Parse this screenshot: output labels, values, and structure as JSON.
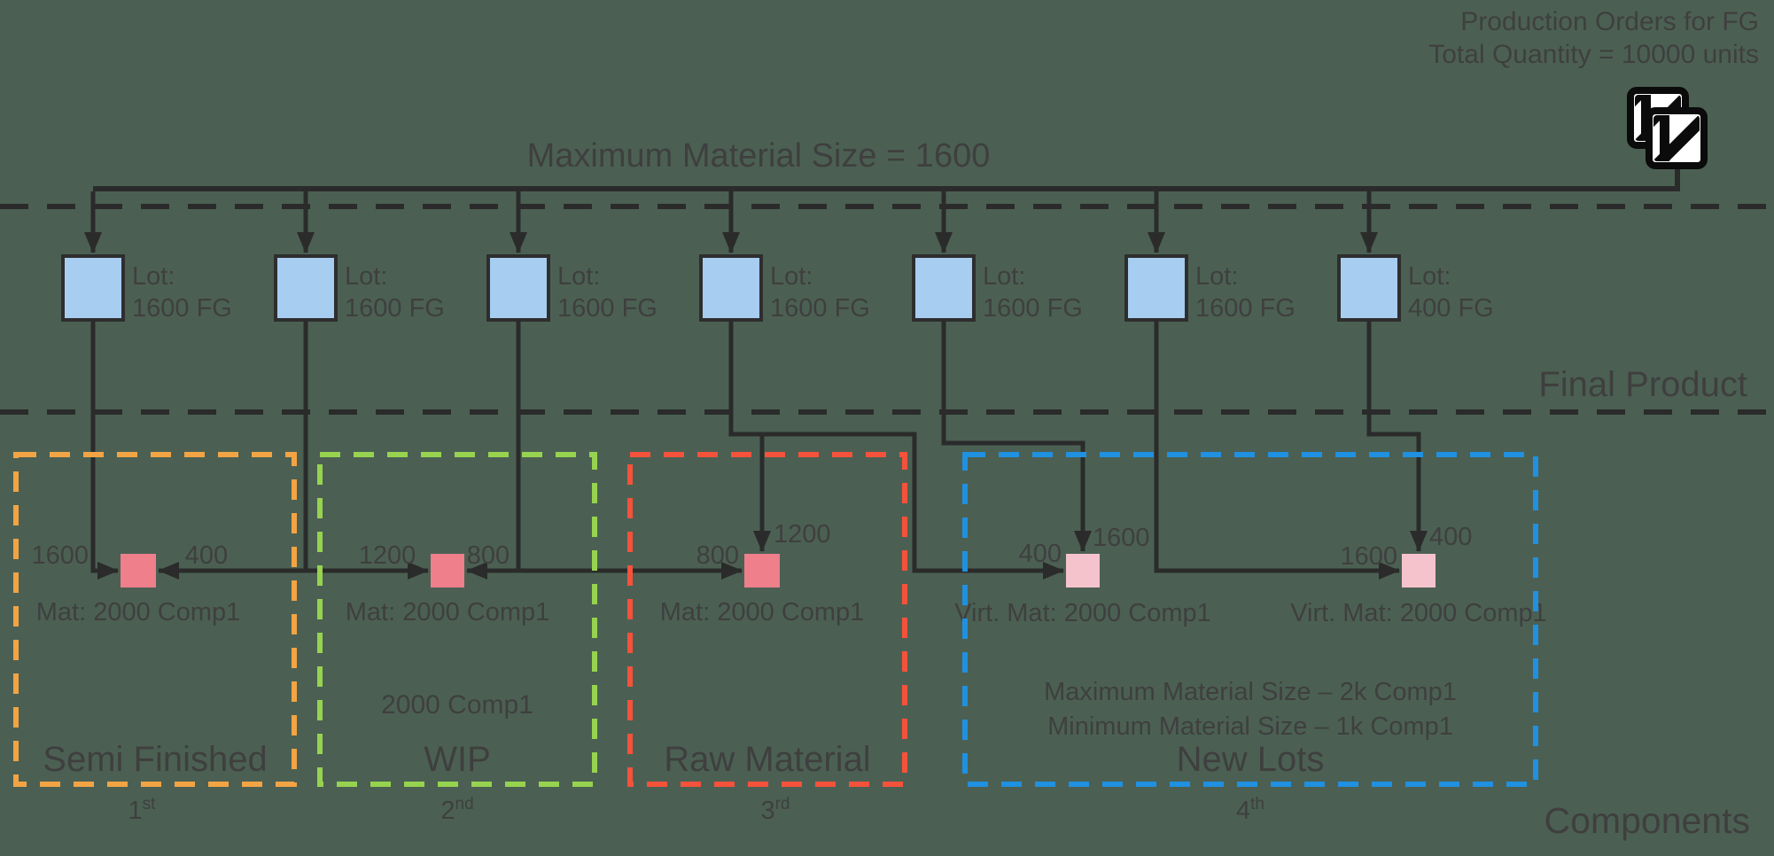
{
  "production_orders": {
    "line1": "Production Orders for FG",
    "line2": "Total Quantity = 10000 units"
  },
  "title": "Maximum Material Size = 1600",
  "lots": [
    {
      "line1": "Lot:",
      "line2": "1600 FG"
    },
    {
      "line1": "Lot:",
      "line2": "1600 FG"
    },
    {
      "line1": "Lot:",
      "line2": "1600 FG"
    },
    {
      "line1": "Lot:",
      "line2": "1600 FG"
    },
    {
      "line1": "Lot:",
      "line2": "1600 FG"
    },
    {
      "line1": "Lot:",
      "line2": "1600 FG"
    },
    {
      "line1": "Lot:",
      "line2": "400 FG"
    }
  ],
  "flow_labels": [
    "1600",
    "400",
    "1200",
    "800",
    "800",
    "1200",
    "400",
    "1600",
    "1600",
    "400"
  ],
  "materials": [
    {
      "label": "Mat: 2000 Comp1"
    },
    {
      "label": "Mat: 2000 Comp1"
    },
    {
      "label": "Mat: 2000 Comp1"
    },
    {
      "label": "Virt. Mat: 2000 Comp1"
    },
    {
      "label": "Virt. Mat: 2000 Comp1"
    }
  ],
  "groups": [
    {
      "name": "Semi Finished",
      "ordinal": {
        "num": "1",
        "suffix": "st"
      },
      "color": "#F2A444"
    },
    {
      "name": "WIP",
      "note": "2000 Comp1",
      "ordinal": {
        "num": "2",
        "suffix": "nd"
      },
      "color": "#97D34F"
    },
    {
      "name": "Raw Material",
      "ordinal": {
        "num": "3",
        "suffix": "rd"
      },
      "color": "#F4523B"
    },
    {
      "name": "New Lots",
      "note_line1": "Maximum Material Size – 2k Comp1",
      "note_line2": "Minimum Material Size – 1k Comp1",
      "ordinal": {
        "num": "4",
        "suffix": "th"
      },
      "color": "#2090E0"
    }
  ],
  "zones": {
    "final_product": "Final Product",
    "components": "Components"
  },
  "colors": {
    "background": "#4B6053",
    "line": "#2B2B2B",
    "text": "#3F3F3F",
    "lot_fill": "#A7CDF0",
    "lot_border": "#2E2E2E",
    "component_fill": "#EE7F8B",
    "virtual_component_fill": "#F5C3CC",
    "icon_ink": "#0B0B0B"
  }
}
